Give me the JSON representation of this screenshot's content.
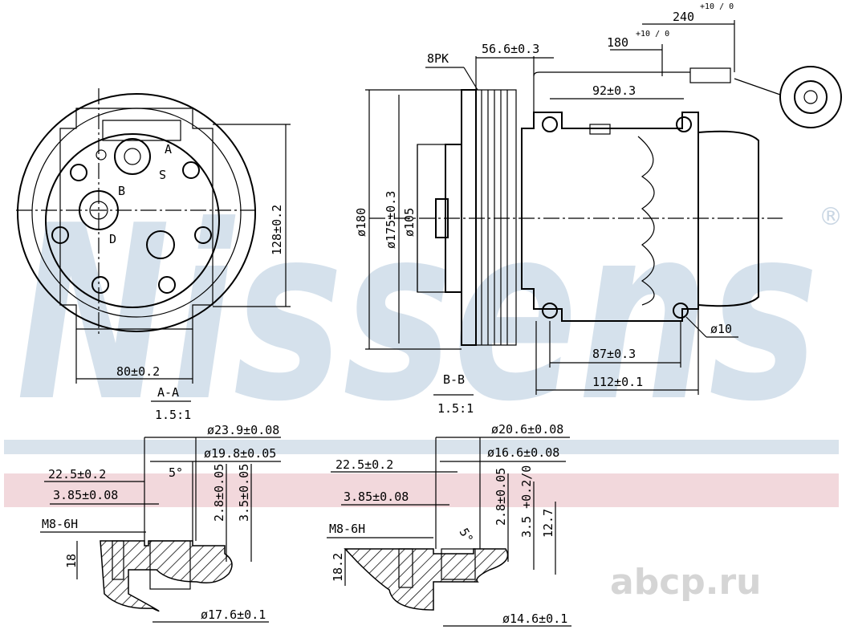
{
  "watermark": {
    "brand": "Nissens",
    "registered": "®",
    "site": "abcp.ru"
  },
  "colors": {
    "brand_band": "#d9e3ec",
    "accent_band": "#f2d8dc",
    "line": "#000000"
  },
  "front_view": {
    "labels": {
      "a": "A",
      "b": "B",
      "d": "D",
      "s": "S"
    },
    "height": "128±0.2",
    "width": "80±0.2",
    "section": "A-A",
    "scale": "1.5:1"
  },
  "side_view": {
    "belt": "8PK",
    "pulley_offset": "56.6±0.3",
    "cable_1": "180",
    "cable_1_tol": "+10 / 0",
    "cable_2": "240",
    "cable_2_tol": "+10 / 0",
    "mount_top": "92±0.3",
    "dia_outer": "ø180",
    "dia_pulley": "ø175±0.3",
    "dia_hub": "ø105",
    "hole": "ø10",
    "mount_bottom": "87±0.3",
    "length": "112±0.1",
    "section": "B-B",
    "scale": "1.5:1"
  },
  "section_a": {
    "d1": "ø23.9±0.08",
    "d2": "ø19.8±0.05",
    "len": "22.5±0.2",
    "angle": "5°",
    "step": "3.85±0.08",
    "thread": "M8-6H",
    "depth1": "2.8±0.05",
    "depth2": "3.5±0.05",
    "height": "18",
    "d3": "ø17.6±0.1"
  },
  "section_b": {
    "d1": "ø20.6±0.08",
    "d2": "ø16.6±0.08",
    "len": "22.5±0.2",
    "step": "3.85±0.08",
    "thread": "M8-6H",
    "angle": "5°",
    "depth1": "2.8±0.05",
    "depth2": "3.5 +0.2/0",
    "depth3": "12.7",
    "height": "18.2",
    "d3": "ø14.6±0.1"
  }
}
